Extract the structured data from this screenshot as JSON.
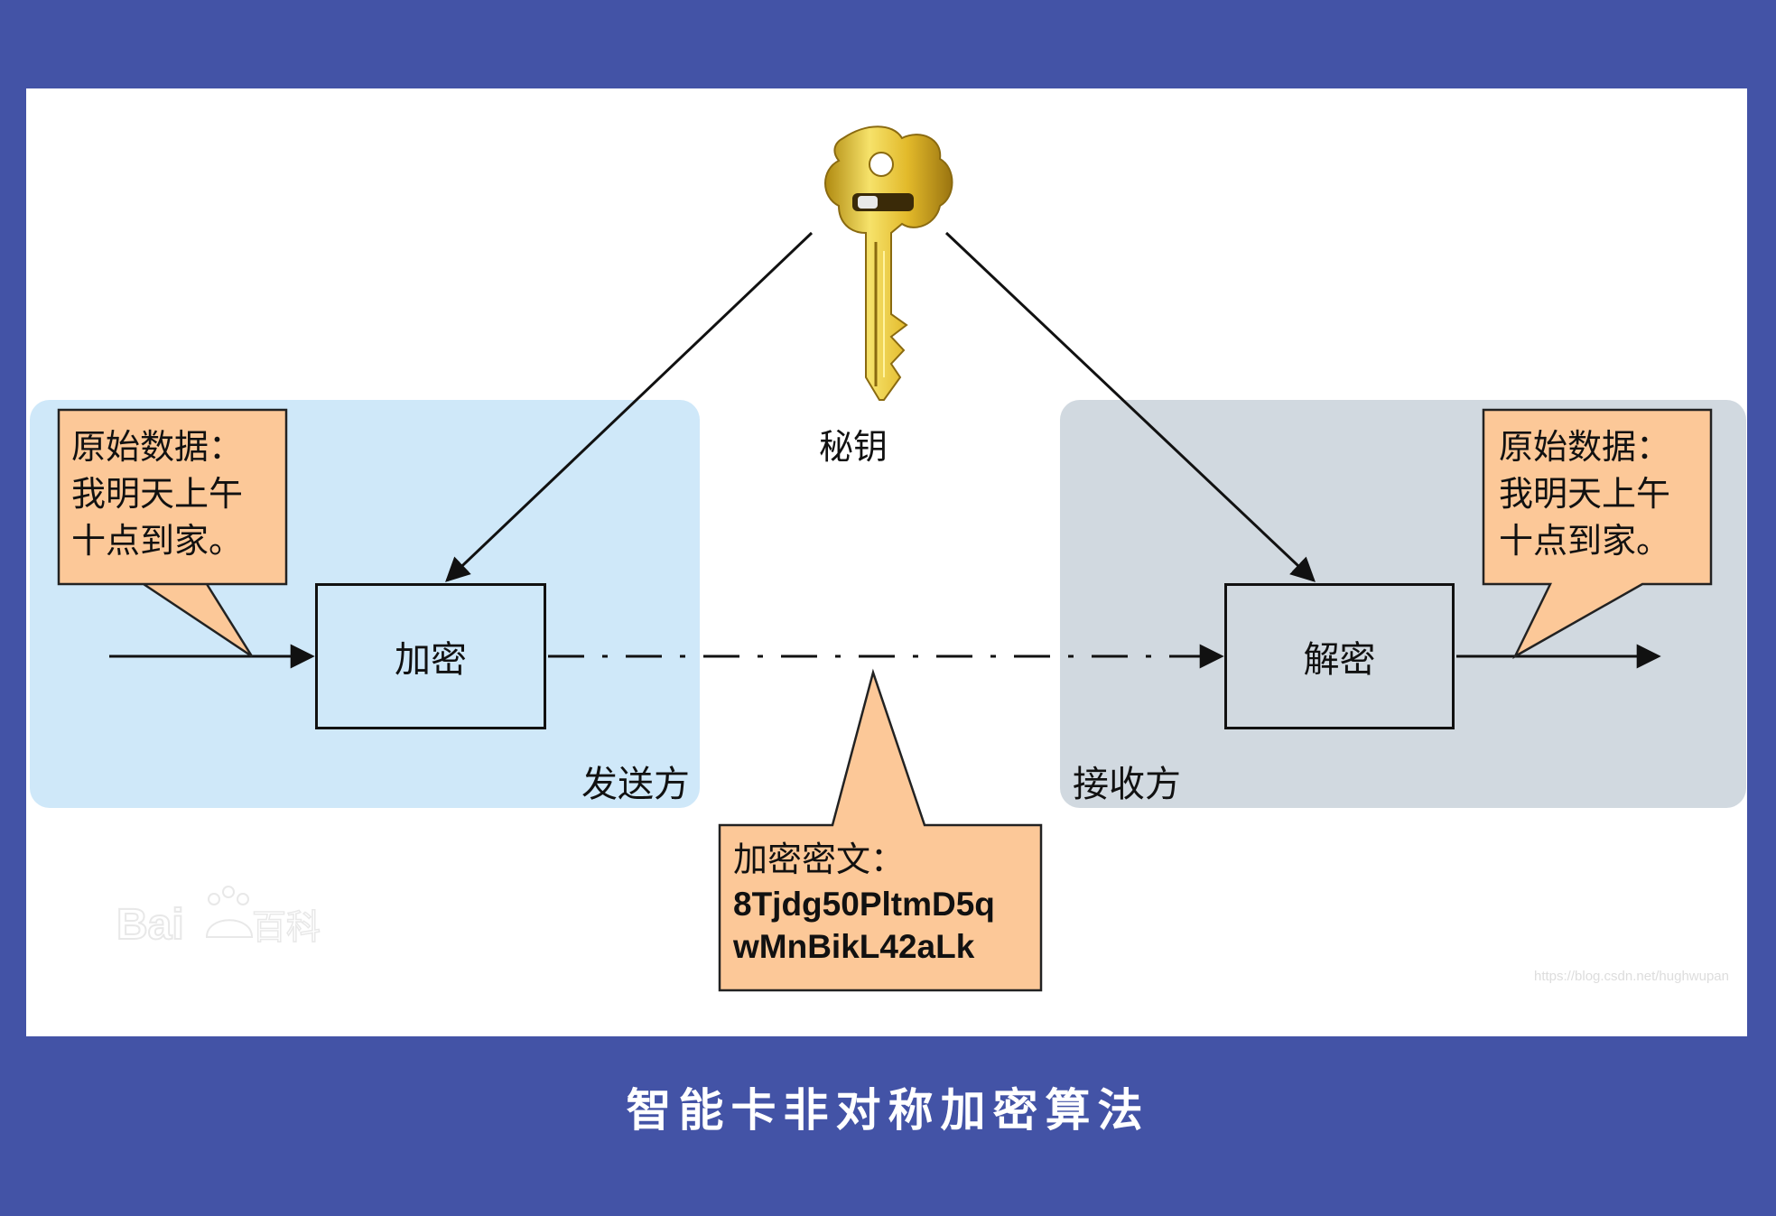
{
  "sender": {
    "label": "发送方",
    "plaintext_callout": [
      "原始数据：",
      "我明天上午",
      "十点到家。"
    ],
    "process": "加密"
  },
  "receiver": {
    "label": "接收方",
    "plaintext_callout": [
      "原始数据：",
      "我明天上午",
      "十点到家。"
    ],
    "process": "解密"
  },
  "key": {
    "label": "秘钥",
    "icon": "key-icon"
  },
  "ciphertext": {
    "label": "加密密文：",
    "lines": [
      "8Tjdg50PltmD5q",
      "wMnBikL42aLk"
    ]
  },
  "caption": "智能卡非对称加密算法",
  "watermark": {
    "logo_text": "Bai百科",
    "url": "https://blog.csdn.net/hughwupan"
  },
  "colors": {
    "background": "#4353a6",
    "sender_zone": "#cfe8f9",
    "receiver_zone": "#d1d9e0",
    "callout_fill": "#fcc898",
    "key_gold": "#e8c53a"
  }
}
